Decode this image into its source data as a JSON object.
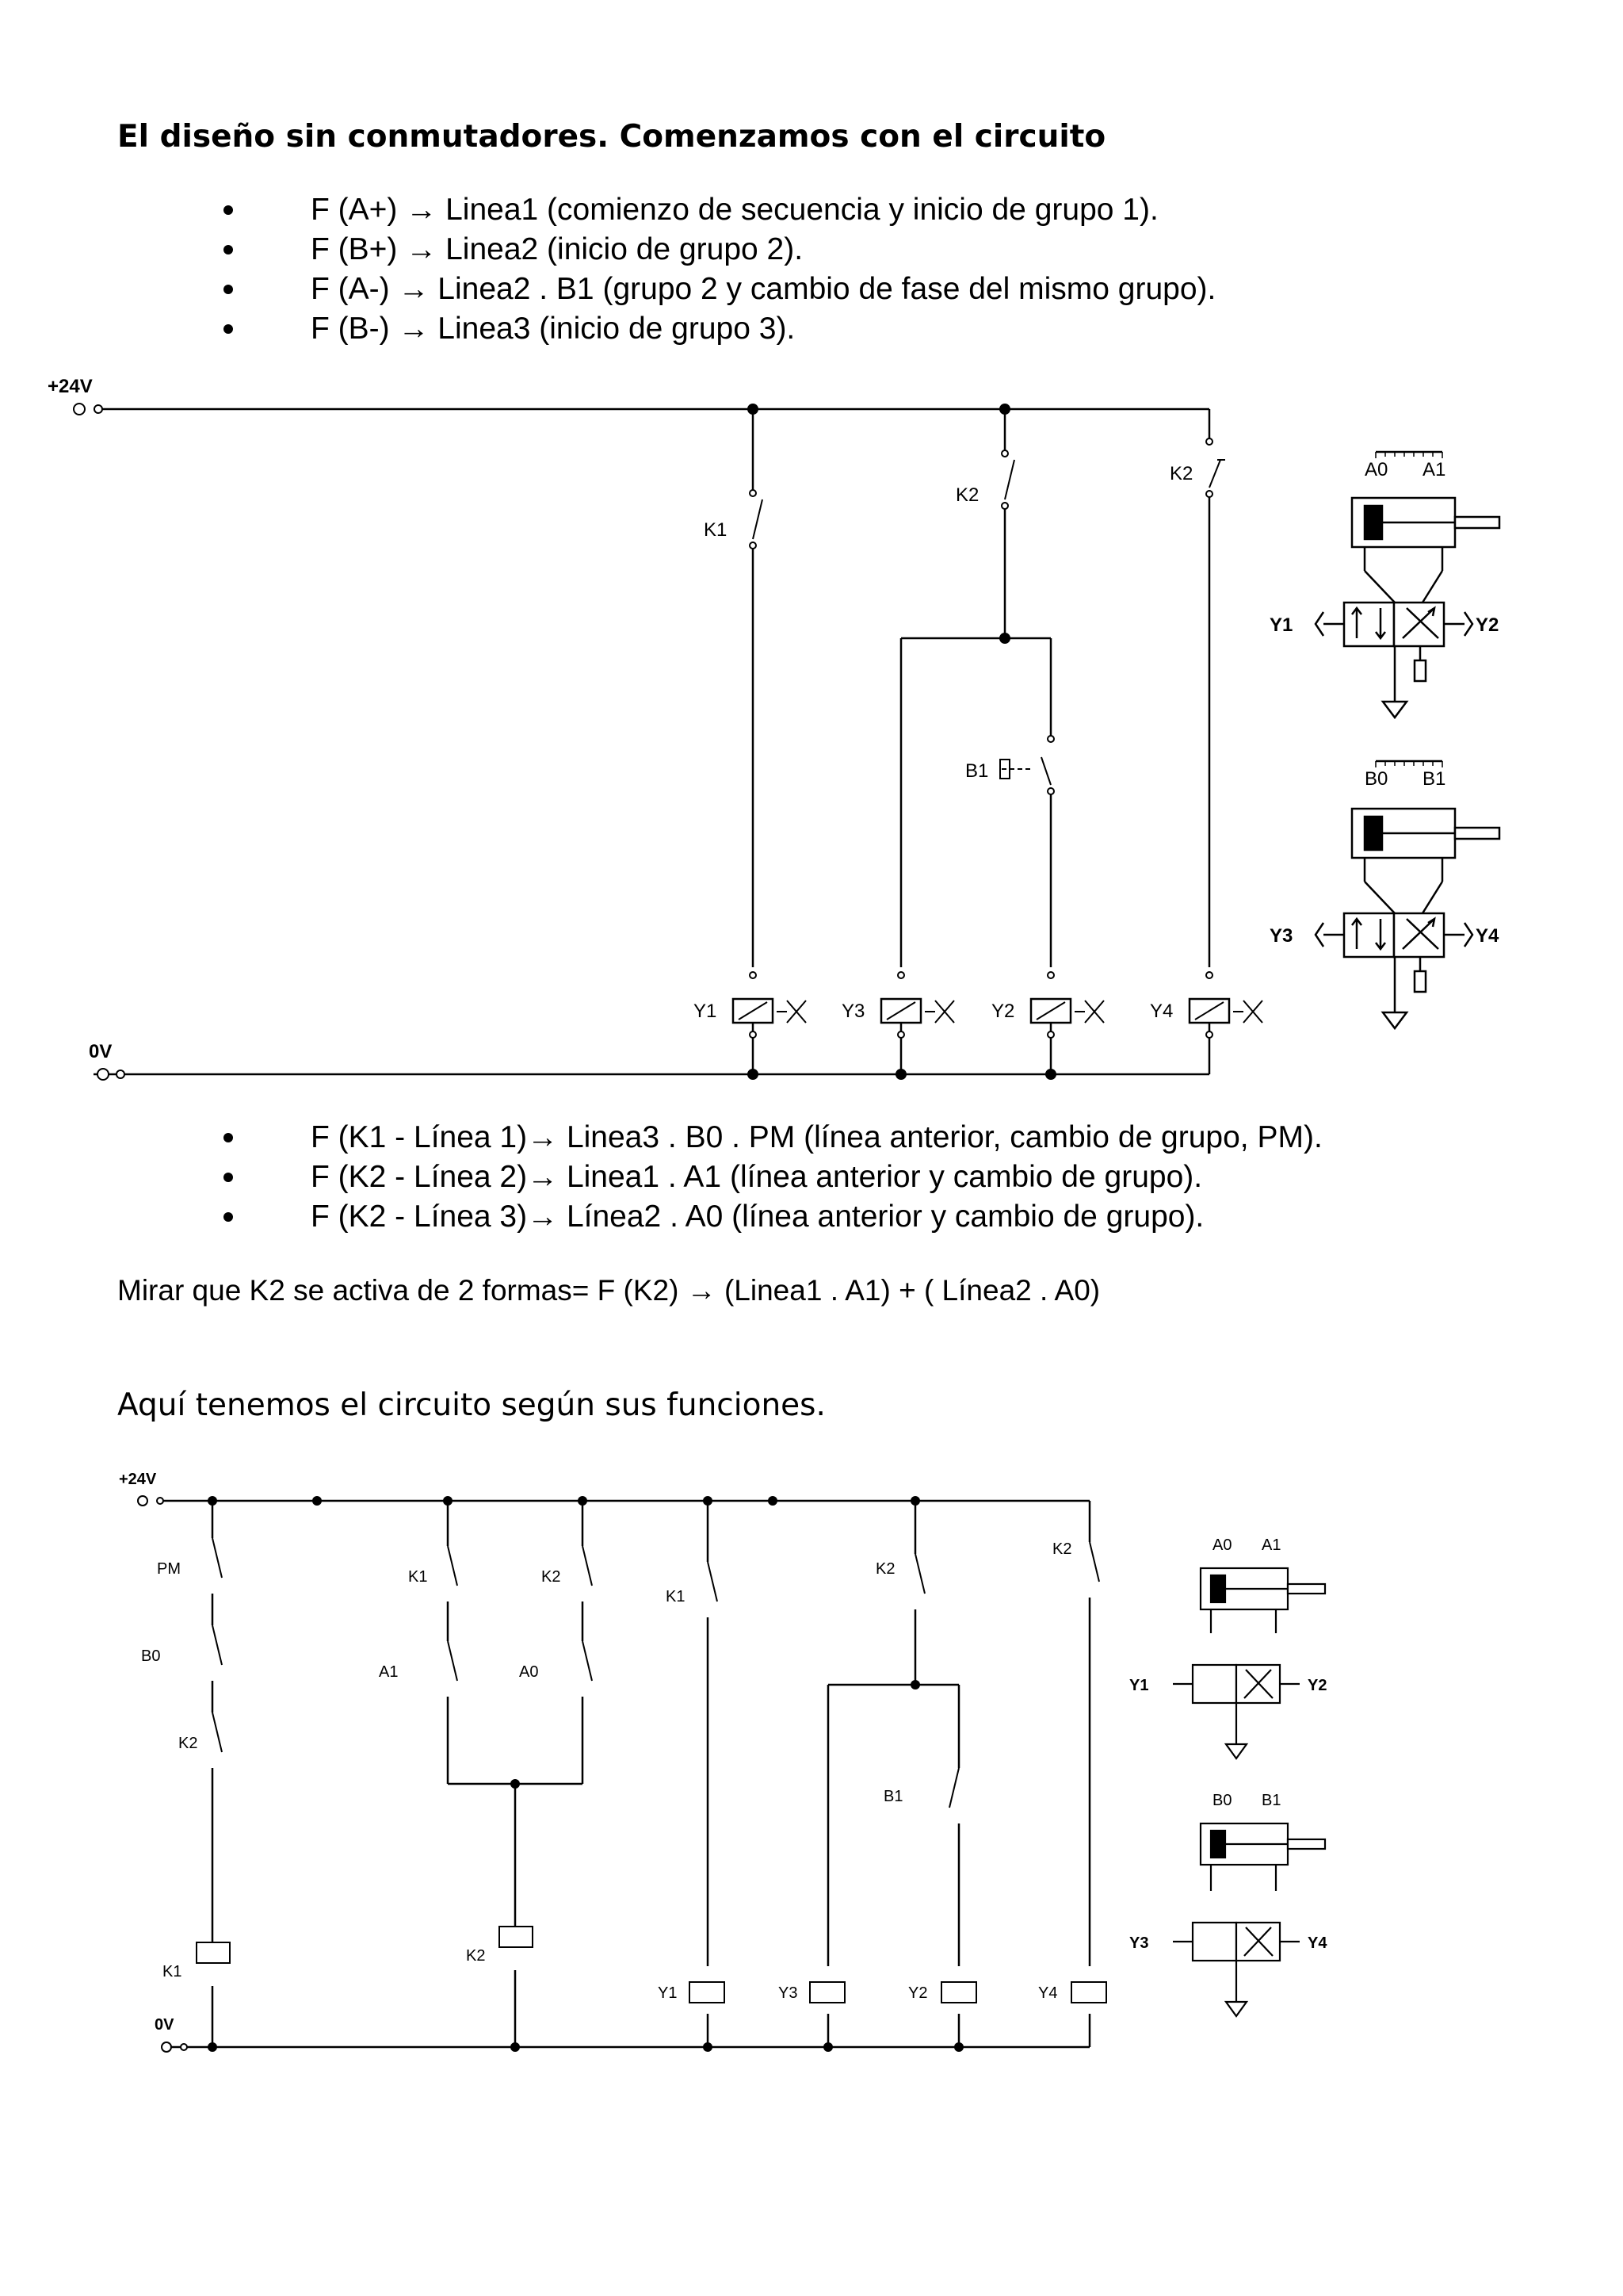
{
  "heading": "El diseño sin conmutadores. Comenzamos con el circuito",
  "functions_top": [
    "F (A+) → Linea1 (comienzo de secuencia y inicio de grupo 1).",
    "F (B+) → Linea2 (inicio de grupo 2).",
    "F (A-) → Linea2 . B1 (grupo 2 y cambio de fase del mismo grupo).",
    "F (B-) → Linea3 (inicio de grupo 3)."
  ],
  "functions_bottom": [
    "F (K1 - Línea 1)→ Linea3 . B0 . PM (línea anterior, cambio de grupo, PM).",
    "F (K2 - Línea 2)→ Linea1 . A1 (línea anterior y cambio de grupo).",
    "F (K2 - Línea 3)→ Línea2 . A0 (línea anterior y cambio de grupo)."
  ],
  "note": "Mirar que K2 se activa de 2 formas=  F (K2) → (Linea1 . A1) + ( Línea2 . A0)",
  "subheading": "Aquí tenemos el circuito según sus funciones.",
  "diagram1": {
    "supply_pos": "+24V",
    "supply_neg": "0V",
    "contacts": [
      "K1",
      "K2",
      "K2",
      "B1"
    ],
    "coils": [
      "Y1",
      "Y3",
      "Y2",
      "Y4"
    ],
    "cyl_a_sensors": [
      "A0",
      "A1"
    ],
    "cyl_b_sensors": [
      "B0",
      "B1"
    ],
    "valve_a_coils": [
      "Y1",
      "Y2"
    ],
    "valve_b_coils": [
      "Y3",
      "Y4"
    ]
  },
  "diagram2": {
    "supply_pos": "+24V",
    "supply_neg": "0V",
    "col1": [
      "PM",
      "B0",
      "K2",
      "K1"
    ],
    "col2": [
      "K1",
      "A1",
      "K2"
    ],
    "col3": [
      "K2",
      "A0"
    ],
    "contacts_right": [
      "K1",
      "K2",
      "K2",
      "B1"
    ],
    "coils": [
      "Y1",
      "Y3",
      "Y2",
      "Y4"
    ],
    "cyl_a_sensors": [
      "A0",
      "A1"
    ],
    "cyl_b_sensors": [
      "B0",
      "B1"
    ],
    "valve_a_coils": [
      "Y1",
      "Y2"
    ],
    "valve_b_coils": [
      "Y3",
      "Y4"
    ]
  }
}
